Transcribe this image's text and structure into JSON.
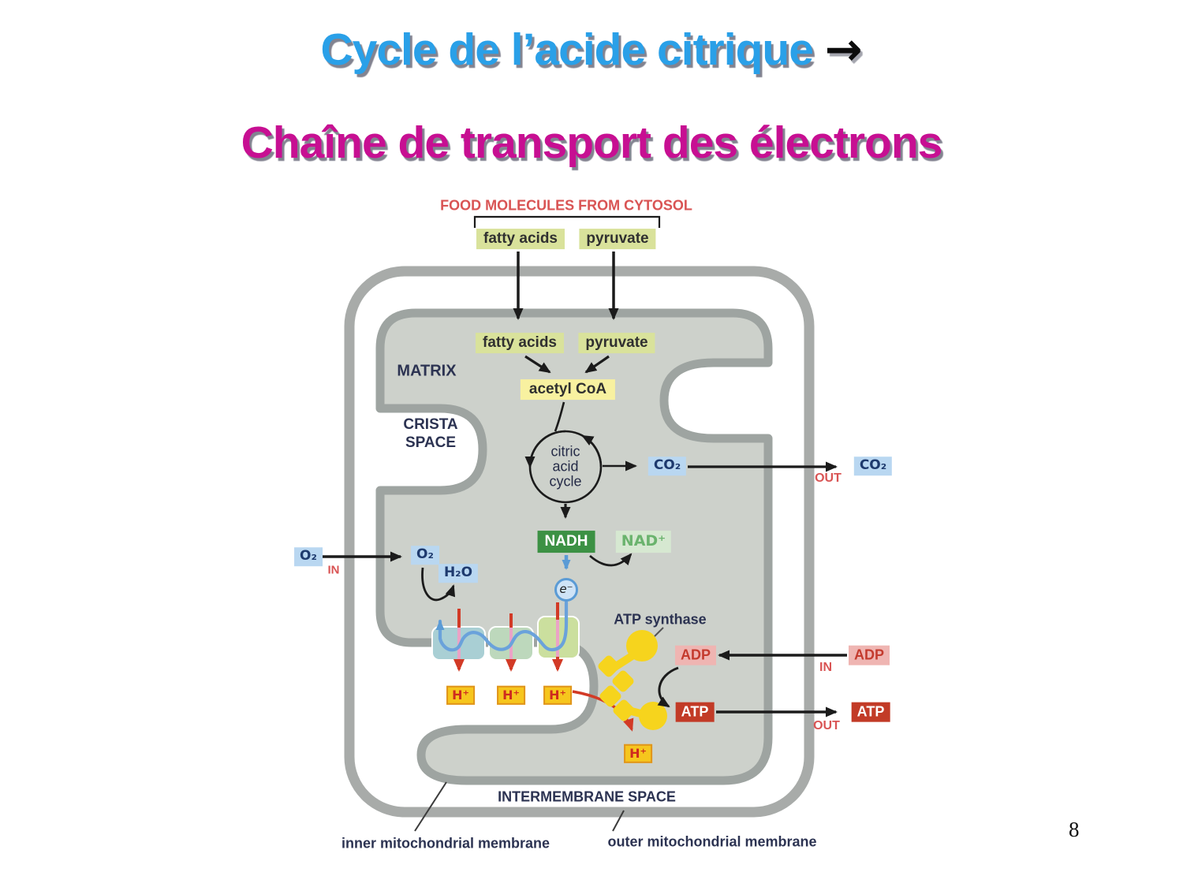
{
  "slide": {
    "title1": "Cycle de l’acide citrique",
    "title1_arrow": "→",
    "title2": "Chaîne de transport des électrons",
    "page_number": "8"
  },
  "colors": {
    "title_blue": "#2aa0e8",
    "title_magenta": "#c70f92",
    "red_label": "#d95454",
    "matrix_fill": "#cdd1cb",
    "membrane_gray": "#a8aba9",
    "nadh_green": "#3c9144",
    "nad_light_green": "#d6e8d1",
    "box_green": "#d9e29b",
    "box_yellow": "#f8f1a0",
    "box_blue": "#b9d7f1",
    "hplus_yellow": "#f6c61d",
    "atp_red": "#c23b27",
    "adp_pink": "#efb5b2",
    "synthase_yellow": "#f6d41d",
    "electron_blue": "#5b9bd5",
    "pump_red": "#d23a26",
    "complex1_teal": "#a9cfd4",
    "complex2_green": "#bdd8bc",
    "complex3_yellowgreen": "#cbdf9e"
  },
  "diagram": {
    "food_header": "FOOD MOLECULES FROM CYTOSOL",
    "fatty_acids_cytosol": "fatty acids",
    "pyruvate_cytosol": "pyruvate",
    "fatty_acids_matrix": "fatty acids",
    "pyruvate_matrix": "pyruvate",
    "acetyl_coa": "acetyl CoA",
    "matrix_label": "MATRIX",
    "crista_space_label": "CRISTA\nSPACE",
    "citric_cycle_label": "citric\nacid\ncycle",
    "co2_inner": "CO₂",
    "co2_outer": "CO₂",
    "co2_out": "OUT",
    "nadh": "NADH",
    "nad_plus": "NAD⁺",
    "electron": "e⁻",
    "o2_outer": "O₂",
    "o2_in": "IN",
    "o2_inner": "O₂",
    "h2o": "H₂O",
    "h_plus": "H⁺",
    "atp_synthase_label": "ATP synthase",
    "adp_inner": "ADP",
    "adp_outer": "ADP",
    "adp_in": "IN",
    "atp_inner": "ATP",
    "atp_outer": "ATP",
    "atp_out": "OUT",
    "intermembrane_label": "INTERMEMBRANE SPACE",
    "inner_membrane_label": "inner mitochondrial membrane",
    "outer_membrane_label": "outer mitochondrial membrane"
  }
}
